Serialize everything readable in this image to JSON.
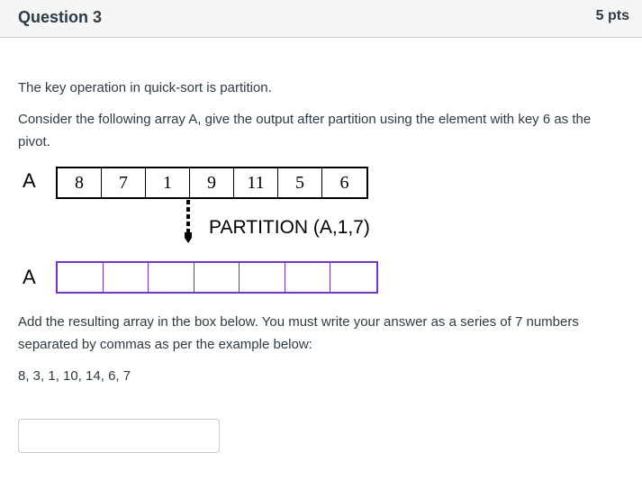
{
  "question": {
    "title": "Question 3",
    "points": "5 pts"
  },
  "body": {
    "line1": "The key operation in quick-sort is partition.",
    "line2": "Consider the following array A, give the output after partition using the element with key 6 as the pivot.",
    "line3": "Add the resulting array in the box below.  You must write your answer as a series of 7 numbers separated by commas as per the example below:",
    "example": "8, 3, 1, 10, 14, 6, 7"
  },
  "figure": {
    "array_label": "A",
    "input_array": [
      "8",
      "7",
      "1",
      "9",
      "11",
      "5",
      "6"
    ],
    "output_label": "A",
    "output_cells": 7,
    "operation": "PARTITION (A,1,7)"
  },
  "answer": {
    "value": "",
    "placeholder": ""
  }
}
